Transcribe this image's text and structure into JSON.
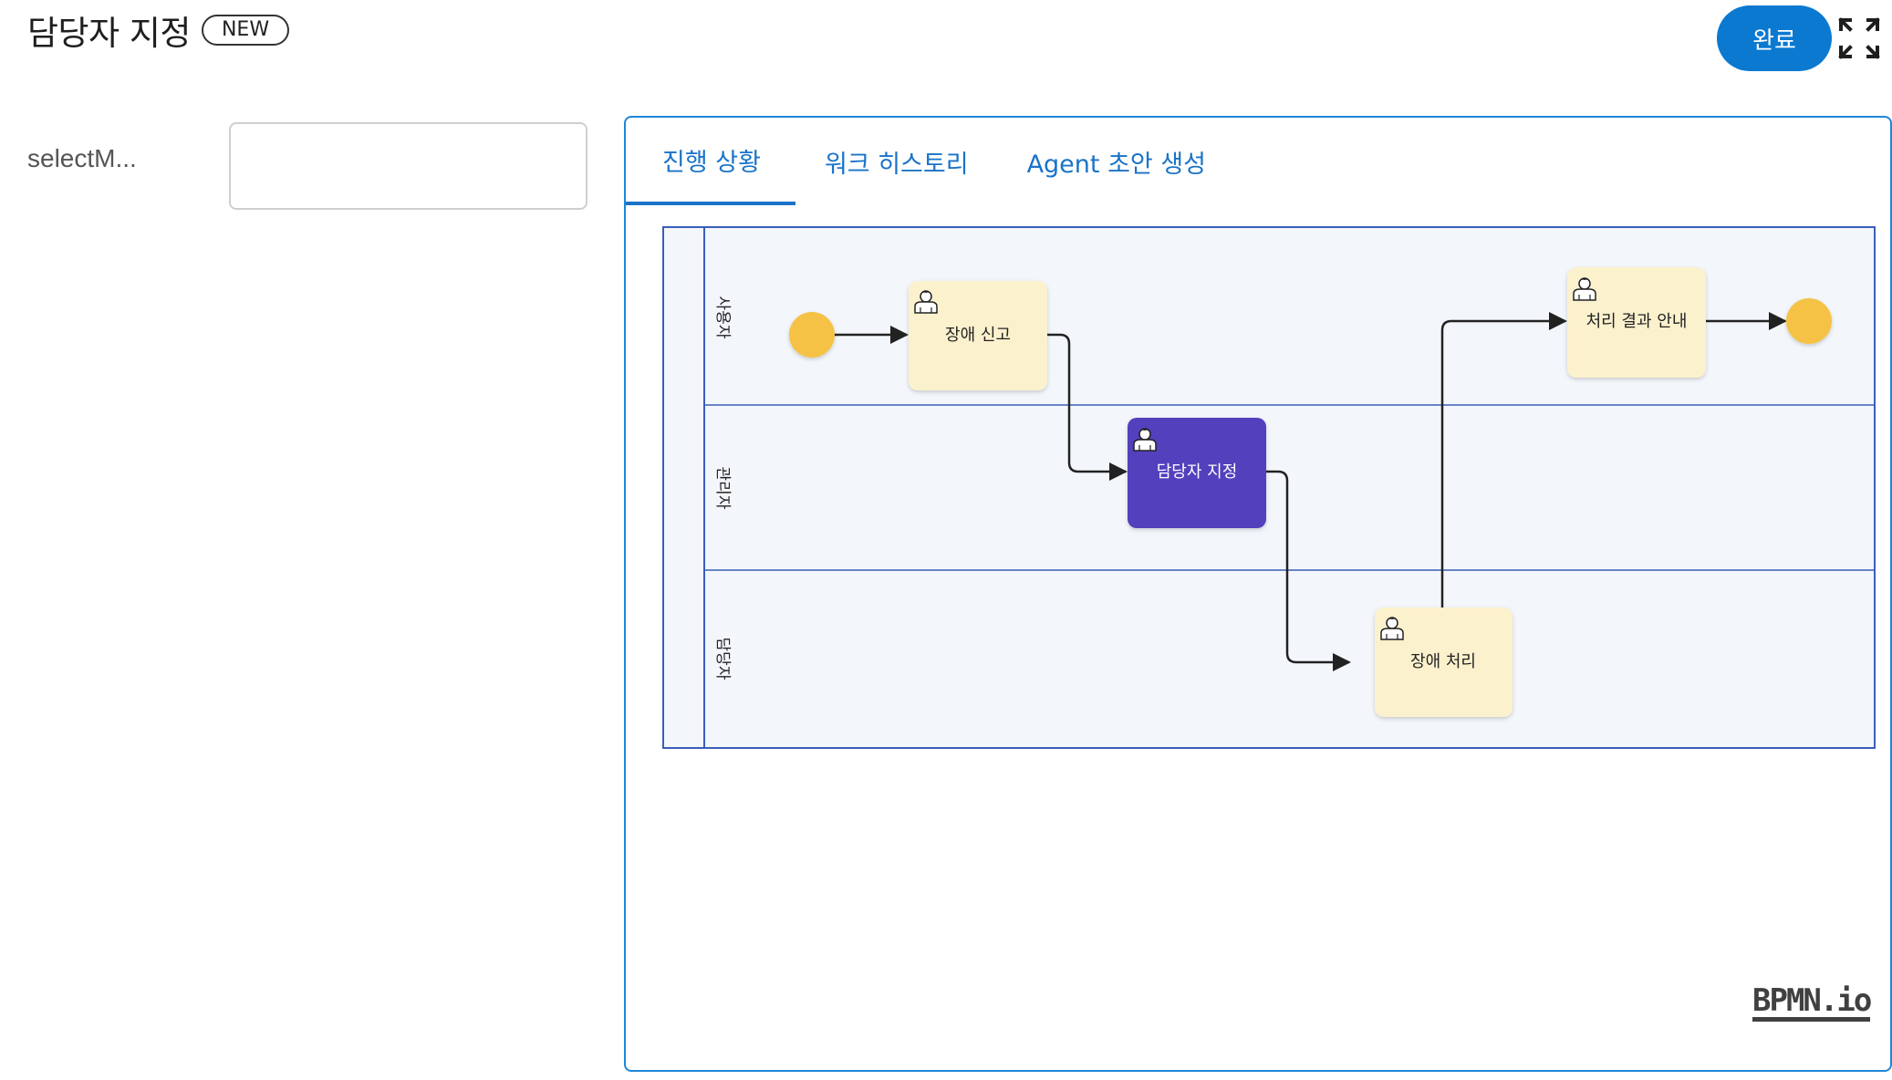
{
  "header": {
    "title": "담당자 지정",
    "badge": "NEW",
    "done_label": "완료",
    "expand_icon": "expand-icon"
  },
  "form": {
    "field_label": "selectM...",
    "field_value": ""
  },
  "tabs": [
    {
      "label": "진행 상황",
      "active": true
    },
    {
      "label": "워크 히스토리",
      "active": false
    },
    {
      "label": "Agent 초안 생성",
      "active": false
    }
  ],
  "diagram": {
    "lanes": [
      {
        "label": "사용자"
      },
      {
        "label": "관리자"
      },
      {
        "label": "담당자"
      }
    ],
    "tasks": [
      {
        "label": "장애 신고",
        "state": "pending"
      },
      {
        "label": "담당자 지정",
        "state": "current"
      },
      {
        "label": "장애 처리",
        "state": "pending"
      },
      {
        "label": "처리 결과 안내",
        "state": "pending"
      }
    ],
    "colors": {
      "pending_task": "#fbf1cd",
      "current_task": "#5240bd",
      "event": "#f5c244",
      "pool_border": "#3a5fb8",
      "lane_fill": "#f3f7fb"
    },
    "logo": "BPMN.io"
  }
}
